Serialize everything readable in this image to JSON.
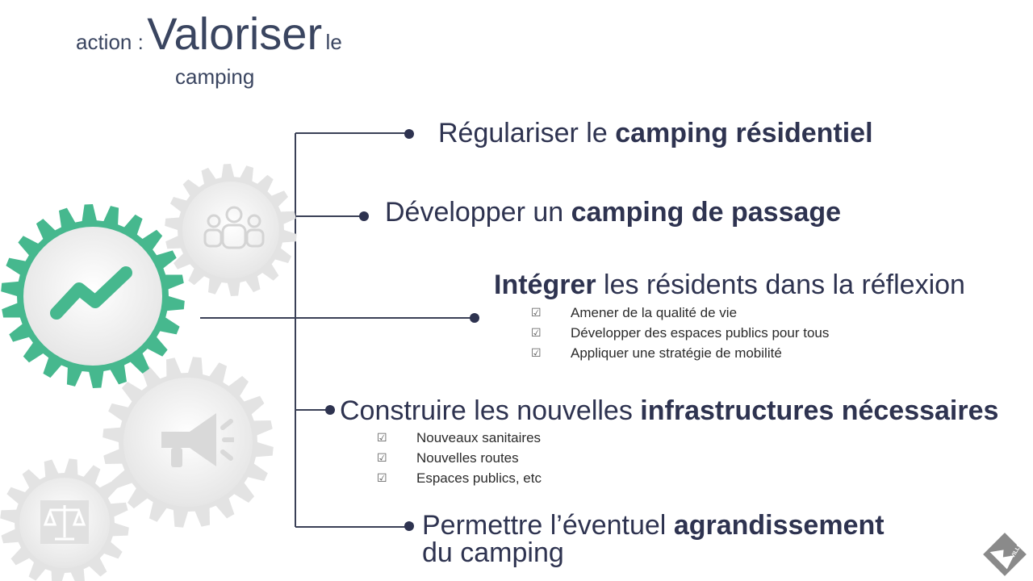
{
  "title": {
    "prefix": "action :",
    "main": "Valoriser",
    "suffix": "le",
    "line2": "camping"
  },
  "items": [
    {
      "normal": "Régulariser le ",
      "bold": "camping résidentiel"
    },
    {
      "normal": "Développer un ",
      "bold": "camping de passage"
    },
    {
      "bold": "Intégrer",
      "normal": " les résidents dans la réflexion",
      "subs": [
        "Amener de la qualité de vie",
        "Développer des espaces publics pour tous",
        "Appliquer une stratégie de mobilité"
      ]
    },
    {
      "normal": "Construire les nouvelles ",
      "bold": "infrastructures nécessaires",
      "subs": [
        "Nouveaux sanitaires",
        "Nouvelles routes",
        "Espaces publics, etc"
      ]
    },
    {
      "normal": "Permettre l’éventuel ",
      "bold": "agrandissement",
      "line2": "du camping"
    }
  ],
  "icons": [
    "chart-trend-icon",
    "people-icon",
    "megaphone-icon",
    "scales-icon"
  ],
  "colors": {
    "accent": "#46b88e",
    "gear": "#e3e3e3",
    "text": "#2e3350",
    "line": "#3a4056"
  },
  "logo": {
    "text": "VILLE DE SIERRE"
  }
}
